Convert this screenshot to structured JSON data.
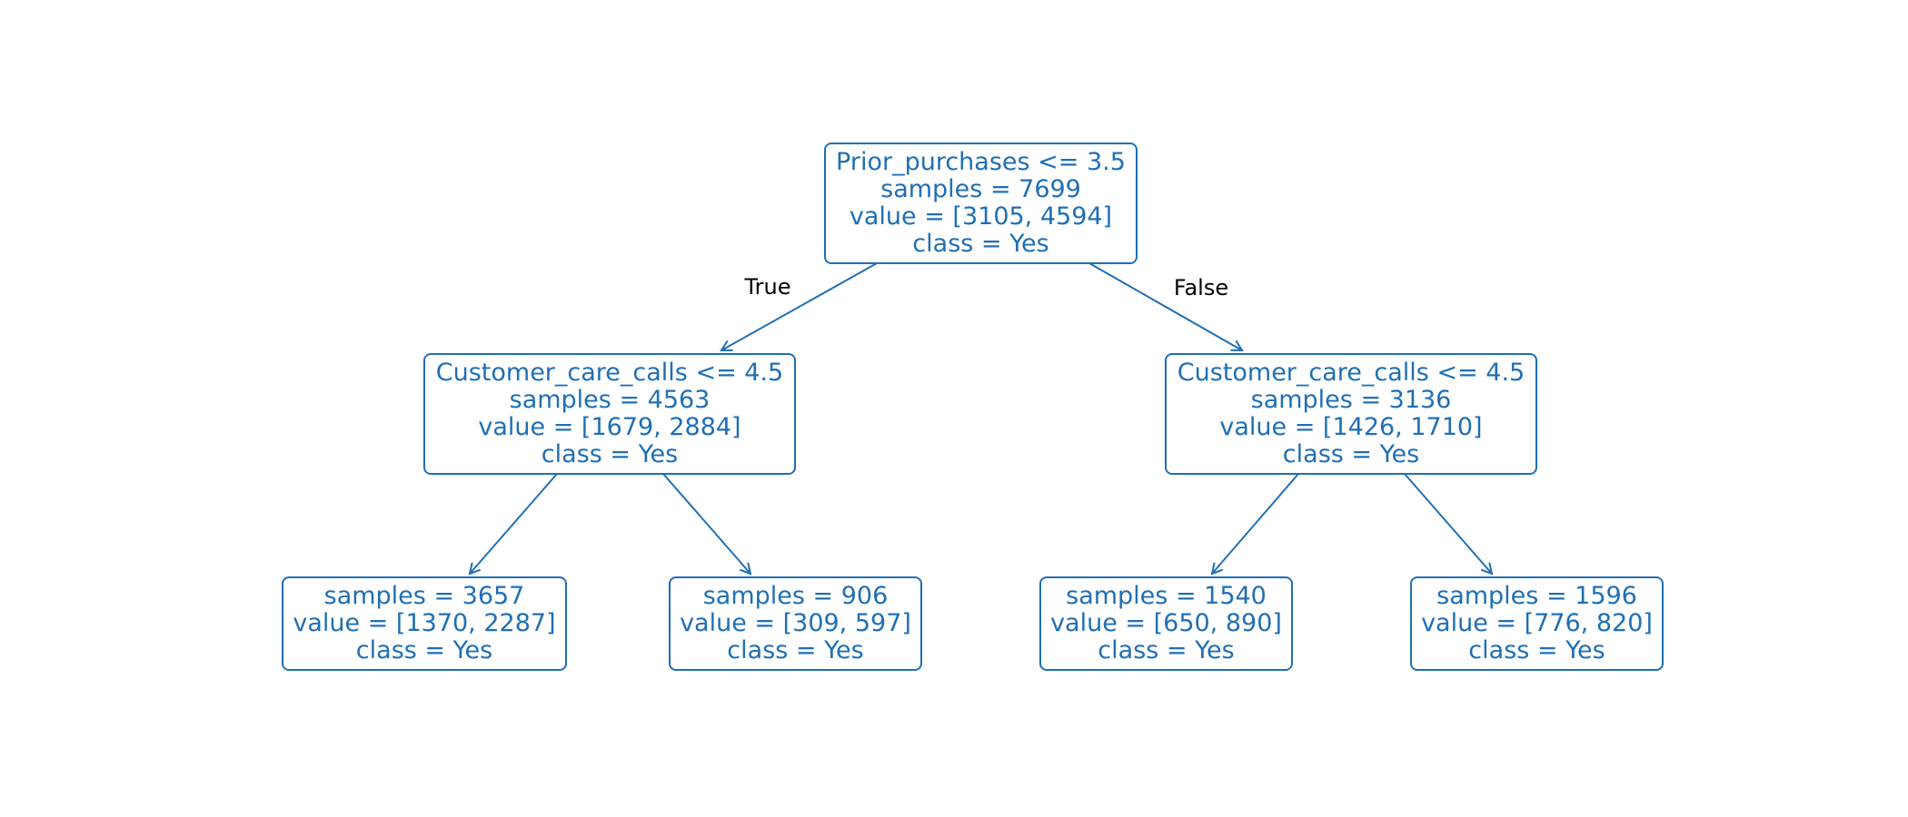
{
  "colors": {
    "node_text": "#1f6fb4",
    "node_border": "#1f6fb4",
    "edge": "#1f6fb4",
    "edge_label": "#000000",
    "background": "#ffffff"
  },
  "tree": {
    "root": {
      "lines": [
        "Prior_purchases <= 3.5",
        "samples = 7699",
        "value = [3105, 4594]",
        "class = Yes"
      ]
    },
    "left": {
      "lines": [
        "Customer_care_calls <= 4.5",
        "samples = 4563",
        "value = [1679, 2884]",
        "class = Yes"
      ]
    },
    "right": {
      "lines": [
        "Customer_care_calls <= 4.5",
        "samples = 3136",
        "value = [1426, 1710]",
        "class = Yes"
      ]
    },
    "left_left": {
      "lines": [
        "samples = 3657",
        "value = [1370, 2287]",
        "class = Yes"
      ]
    },
    "left_right": {
      "lines": [
        "samples = 906",
        "value = [309, 597]",
        "class = Yes"
      ]
    },
    "right_left": {
      "lines": [
        "samples = 1540",
        "value = [650, 890]",
        "class = Yes"
      ]
    },
    "right_right": {
      "lines": [
        "samples = 1596",
        "value = [776, 820]",
        "class = Yes"
      ]
    }
  },
  "edge_labels": {
    "true_label": "True",
    "false_label": "False"
  }
}
